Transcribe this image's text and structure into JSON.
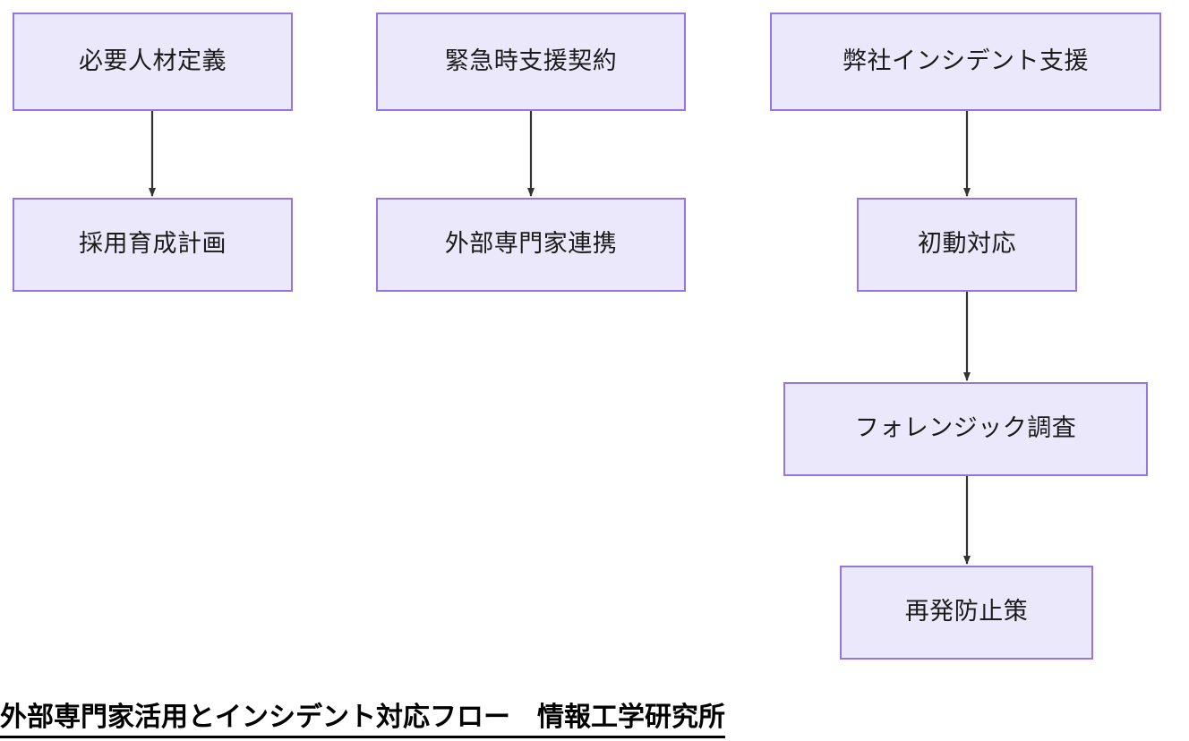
{
  "diagram": {
    "type": "flowchart",
    "caption": "外部専門家活用とインシデント対応フロー　情報工学研究所",
    "colors": {
      "node_fill": "#ECE8FC",
      "node_border": "#9575DE",
      "node_text": "#1b1b1b",
      "edge": "#333333",
      "caption_text": "#000000",
      "background": "#ffffff"
    },
    "columns": [
      {
        "id": "column-1",
        "nodes": [
          "必要人材定義",
          "採用育成計画"
        ]
      },
      {
        "id": "column-2",
        "nodes": [
          "緊急時支援契約",
          "外部専門家連携"
        ]
      },
      {
        "id": "column-3",
        "nodes": [
          "弊社インシデント支援",
          "初動対応",
          "フォレンジック調査",
          "再発防止策"
        ]
      }
    ],
    "nodes": [
      {
        "id": "n1",
        "label": "必要人材定義"
      },
      {
        "id": "n2",
        "label": "採用育成計画"
      },
      {
        "id": "n3",
        "label": "緊急時支援契約"
      },
      {
        "id": "n4",
        "label": "外部専門家連携"
      },
      {
        "id": "n5",
        "label": "弊社インシデント支援"
      },
      {
        "id": "n6",
        "label": "初動対応"
      },
      {
        "id": "n7",
        "label": "フォレンジック調査"
      },
      {
        "id": "n8",
        "label": "再発防止策"
      }
    ],
    "edges": [
      {
        "from": "必要人材定義",
        "to": "採用育成計画"
      },
      {
        "from": "緊急時支援契約",
        "to": "外部専門家連携"
      },
      {
        "from": "弊社インシデント支援",
        "to": "初動対応"
      },
      {
        "from": "初動対応",
        "to": "フォレンジック調査"
      },
      {
        "from": "フォレンジック調査",
        "to": "再発防止策"
      }
    ]
  }
}
